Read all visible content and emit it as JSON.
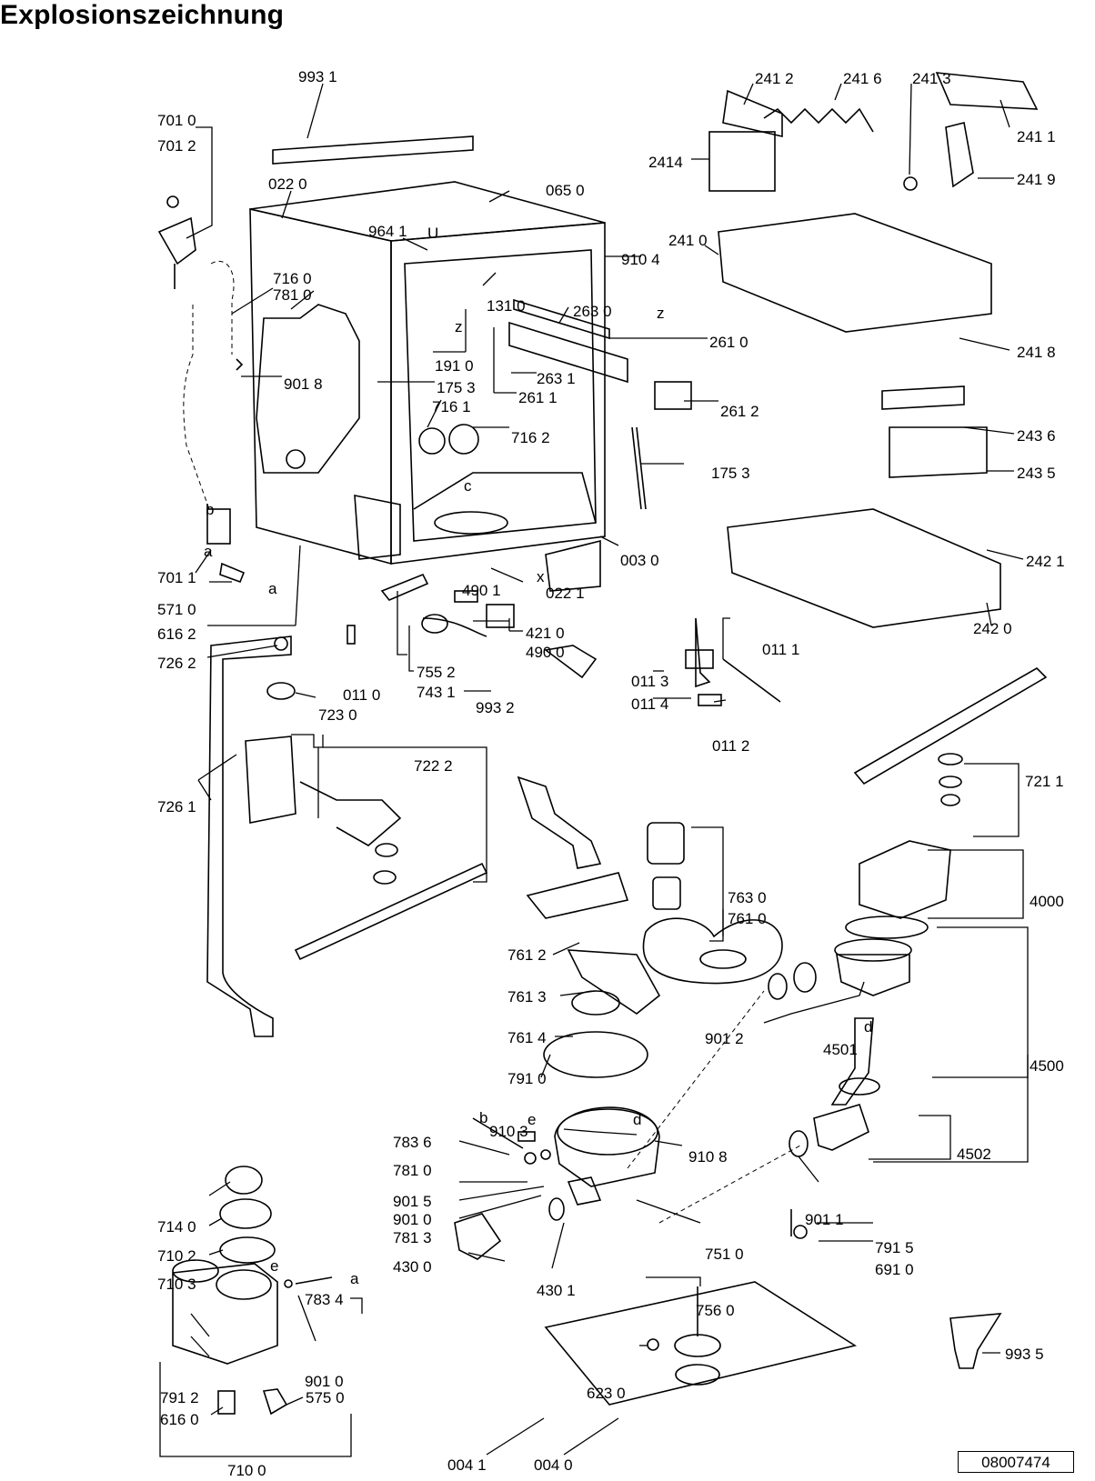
{
  "title": "Explosionszeichnung",
  "document_number": "08007474",
  "labels": [
    "993 1",
    "701 0",
    "701 2",
    "022 0",
    "065 0",
    "964 1",
    "910 4",
    "716 0",
    "781 0",
    "131 0",
    "263 0",
    "191 0",
    "261 0",
    "901 8",
    "175 3",
    "263 1",
    "261 1",
    "716 1",
    "716 2",
    "261 2",
    "175 3",
    "003 0",
    "701 1",
    "022 1",
    "490 1",
    "571 0",
    "421 0",
    "490 0",
    "616 2",
    "726 2",
    "011 0",
    "755 2",
    "743 1",
    "723 0",
    "993 2",
    "011 3",
    "011 4",
    "011 2",
    "011 1",
    "722 2",
    "726 1",
    "241 2",
    "241 6",
    "241 3",
    "2414",
    "241 1",
    "241 9",
    "241 0",
    "241 8",
    "243 6",
    "243 5",
    "242 1",
    "242 0",
    "721 1",
    "763 0",
    "761 0",
    "4000",
    "761 2",
    "761 3",
    "761 4",
    "901 2",
    "4501",
    "4500",
    "791 0",
    "910 3",
    "783 6",
    "781 0",
    "910 8",
    "901 5",
    "901 0",
    "781 3",
    "4502",
    "901 1",
    "751 0",
    "791 5",
    "691 0",
    "430 0",
    "430 1",
    "714 0",
    "710 2",
    "710 3",
    "783 4",
    "901 0",
    "756 0",
    "791 2",
    "616 0",
    "575 0",
    "623 0",
    "993 5",
    "710 0",
    "004 1",
    "004 0"
  ],
  "letters": [
    "a",
    "b",
    "c",
    "d",
    "e",
    "x",
    "z",
    "U"
  ]
}
